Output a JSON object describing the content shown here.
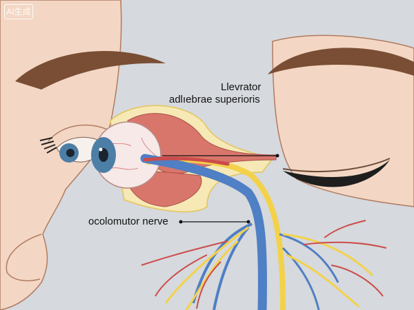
{
  "watermark": "AI生成",
  "labels": {
    "muscle_line1": "Llevrator",
    "muscle_line2": "adlıebrae superioris",
    "nerve": "ocolomutor nerve"
  },
  "colors": {
    "background": "#d6d9dd",
    "skin": "#f3d7c4",
    "muscle": "#d9766c",
    "nerve_yellow": "#f3d24a",
    "nerve_blue": "#4f7fc4",
    "vessel_red": "#cc4b4b",
    "iris": "#4d7fa6"
  }
}
